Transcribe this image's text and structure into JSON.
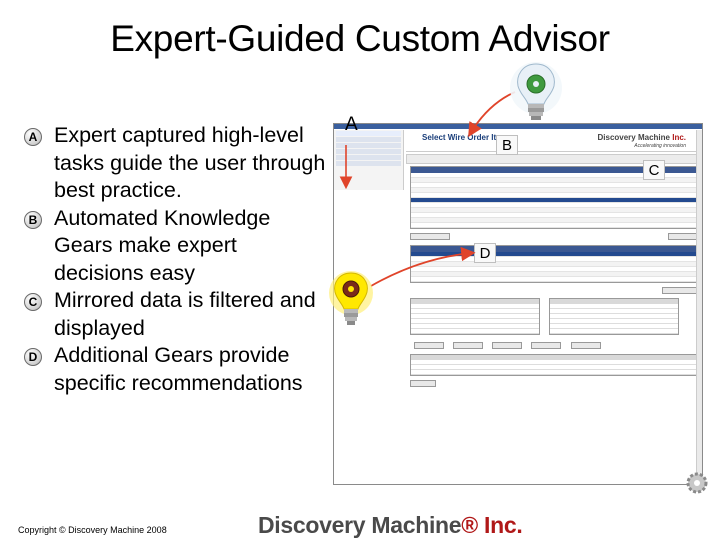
{
  "slide": {
    "title": "Expert-Guided Custom Advisor",
    "bullets": [
      {
        "badge": "A",
        "text": "Expert captured high-level tasks guide the user through best practice."
      },
      {
        "badge": "B",
        "text": "Automated Knowledge Gears make expert decisions easy"
      },
      {
        "badge": "C",
        "text": "Mirrored data is filtered and displayed"
      },
      {
        "badge": "D",
        "text": "Additional Gears provide specific recommendations"
      }
    ],
    "copyright": "Copyright © Discovery Machine 2008",
    "footer_brand": {
      "name": "Discovery Machine",
      "suffix": "® Inc."
    }
  },
  "screenshot": {
    "app_title": "Select Wire Order Item",
    "brand_name": "Discovery Machine",
    "brand_suffix": "Inc.",
    "tagline": "Accelerating innovation"
  },
  "annotations": {
    "a": "A",
    "b": "B",
    "c": "C",
    "d": "D"
  },
  "colors": {
    "brand_red": "#b01818",
    "header_blue": "#3b5892",
    "selection_blue": "#234a8f",
    "arrow_red": "#e0442a"
  },
  "icons": [
    "gear-lightbulb-icon",
    "gear-lightbulb-icon-lit",
    "red-arrow-icon"
  ]
}
